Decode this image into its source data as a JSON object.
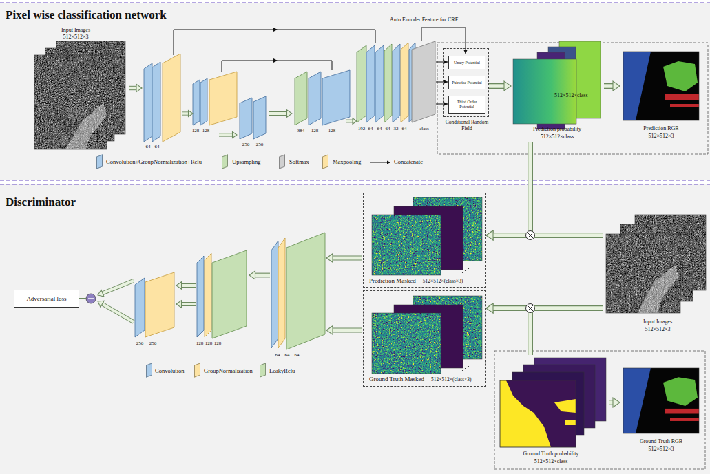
{
  "diagram": {
    "nodes": [
      {
        "text": [
          "Pixel wise classification network"
        ]
      },
      {
        "text": [
          "Input Images",
          "512×512×3"
        ],
        "in": 0
      },
      {
        "text": [
          "Conditional Random Field"
        ],
        "in": 0
      },
      {
        "text": [
          "Unary Potential"
        ],
        "in": 2
      },
      {
        "text": [
          "Pairwise Potential"
        ],
        "in": 2
      },
      {
        "text": [
          "Third Order Potential"
        ],
        "in": 2
      },
      {
        "text": [
          "512×512×class",
          "Prediction probability",
          "512×512×class"
        ],
        "in": 0
      },
      {
        "text": [
          "Prediction RGB",
          "512×512×3"
        ],
        "in": 0
      },
      {
        "text": [
          "Discriminator"
        ]
      },
      {
        "text": [
          "Adversarial loss"
        ],
        "in": 8
      },
      {
        "text": [
          "Prediction Masked",
          "512×512×(class×3)"
        ],
        "in": 8
      },
      {
        "text": [
          "Ground Truth Masked",
          "512×512×(class×3)"
        ],
        "in": 8
      },
      {
        "text": [
          "Input Images",
          "512×512×3"
        ],
        "in": 8
      },
      {
        "text": [
          "Ground Truth probability",
          "512×512×class"
        ],
        "in": 8
      },
      {
        "text": [
          "Ground Truth RGB",
          "512×512×3"
        ],
        "in": 8
      }
    ],
    "edges": [
      {
        "from": 2,
        "to": 6,
        "arrow": "to"
      },
      {
        "from": 6,
        "to": 7,
        "arrow": "to"
      },
      {
        "from": 6,
        "to": 10,
        "arrow": "to"
      },
      {
        "from": 12,
        "to": 10,
        "arrow": "to"
      },
      {
        "from": 12,
        "to": 11,
        "arrow": "to"
      },
      {
        "from": 13,
        "to": 11,
        "arrow": "to"
      },
      {
        "from": 13,
        "to": 14,
        "arrow": "to"
      }
    ],
    "labels": [
      "Auto Encoder Feature for CRF",
      "64",
      "64",
      "128",
      "128",
      "256",
      "256",
      "384",
      "128",
      "128",
      "192",
      "64",
      "64",
      "64",
      "32",
      "64",
      "class",
      "256",
      "256",
      "128",
      "128",
      "128",
      "64",
      "64",
      "64"
    ],
    "legend": [
      {
        "text": "Convolution+GroupNormalization+Relu",
        "color": "#a9cbea"
      },
      {
        "text": "Upsampling",
        "color": "#c6e0b4"
      },
      {
        "text": "Softmax",
        "color": "#d0d0d0"
      },
      {
        "text": "Maxpooling",
        "color": "#fde3a3"
      },
      {
        "text": "Concatenate"
      },
      {
        "text": "Convolution",
        "color": "#a9cbea"
      },
      {
        "text": "GroupNormalization",
        "color": "#fde3a3"
      },
      {
        "text": "LeakyRelu",
        "color": "#c6e0b4"
      }
    ]
  }
}
